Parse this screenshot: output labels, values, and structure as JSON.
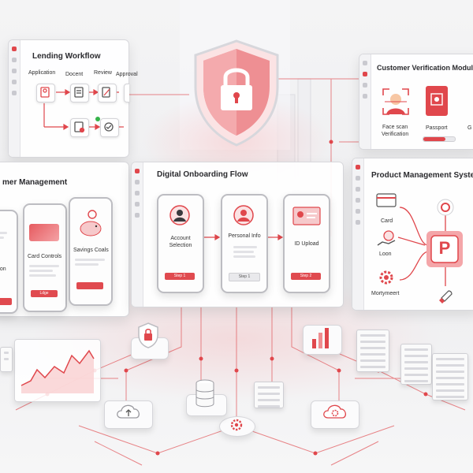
{
  "lending": {
    "title": "Lending Workflow",
    "steps": [
      "Application",
      "Docent",
      "Review",
      "Approval"
    ]
  },
  "verification": {
    "title": "Customer Verification Module",
    "face_label": "Face scan\nVerification",
    "passport_label": "Passport",
    "cut_label": "G"
  },
  "customer_mgmt": {
    "title": "mer Management",
    "cards": [
      "ection",
      "Card Controls",
      "Savings Coals"
    ],
    "btn": "Ldge"
  },
  "onboarding": {
    "title": "Digital Onboarding Flow",
    "screens": [
      {
        "label": "Account\nSelection",
        "btn": "Step 1"
      },
      {
        "label": "Personal Info",
        "btn": "Step 1"
      },
      {
        "label": "ID Upload",
        "btn": "Step 2"
      }
    ]
  },
  "product": {
    "title": "Product Management System",
    "items": [
      "Card",
      "Loon",
      "Mortymeert"
    ],
    "hub": "P"
  },
  "colors": {
    "accent": "#e0474c",
    "accent_light": "#f6b5b7",
    "bg": "#f2f2f4"
  },
  "icons": [
    "shield-lock-icon",
    "cloud-upload-icon",
    "database-icon",
    "server-rack-icon",
    "rocket-icon",
    "gear-icon",
    "padlock-icon",
    "bar-chart-icon"
  ]
}
